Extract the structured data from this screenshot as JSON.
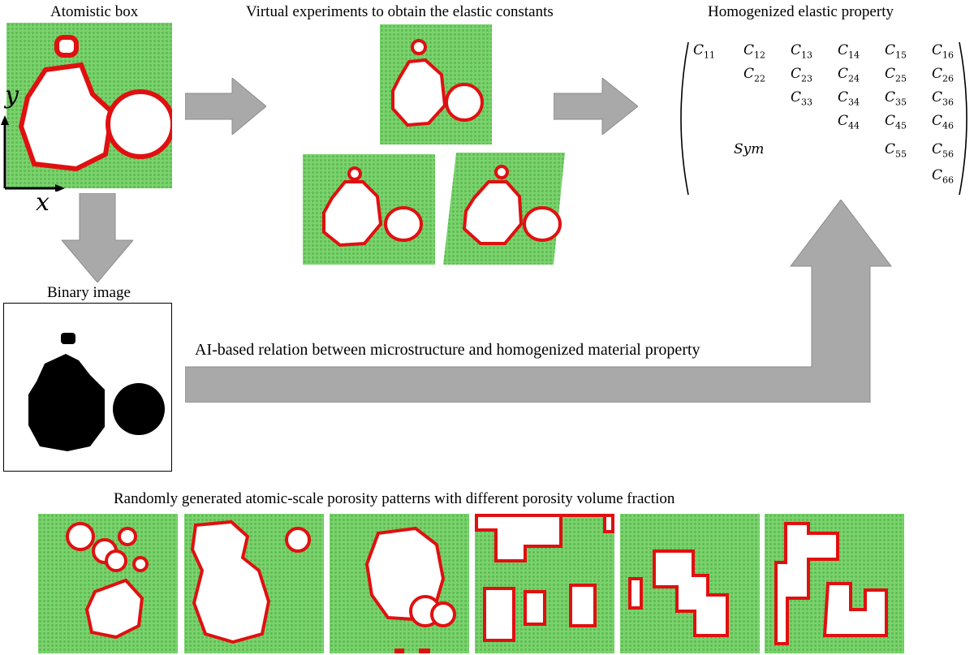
{
  "titles": {
    "atomistic_box": "Atomistic box",
    "virtual_experiments": "Virtual experiments to obtain the elastic constants",
    "homogenized": "Homogenized elastic property",
    "binary_image": "Binary image",
    "ai_relation": "AI-based relation between microstructure and homogenized material property",
    "random_patterns": "Randomly generated atomic-scale porosity patterns with different porosity volume fraction"
  },
  "axes": {
    "x": "x",
    "y": "y"
  },
  "matrix": {
    "entries": [
      {
        "sym": "C",
        "sub": "11"
      },
      {
        "sym": "C",
        "sub": "12"
      },
      {
        "sym": "C",
        "sub": "13"
      },
      {
        "sym": "C",
        "sub": "14"
      },
      {
        "sym": "C",
        "sub": "15"
      },
      {
        "sym": "C",
        "sub": "16"
      },
      {
        "sym": "C",
        "sub": "22"
      },
      {
        "sym": "C",
        "sub": "23"
      },
      {
        "sym": "C",
        "sub": "24"
      },
      {
        "sym": "C",
        "sub": "25"
      },
      {
        "sym": "C",
        "sub": "26"
      },
      {
        "sym": "C",
        "sub": "33"
      },
      {
        "sym": "C",
        "sub": "34"
      },
      {
        "sym": "C",
        "sub": "35"
      },
      {
        "sym": "C",
        "sub": "36"
      },
      {
        "sym": "C",
        "sub": "44"
      },
      {
        "sym": "C",
        "sub": "45"
      },
      {
        "sym": "C",
        "sub": "46"
      },
      {
        "sym": "C",
        "sub": "55"
      },
      {
        "sym": "C",
        "sub": "56"
      },
      {
        "sym": "C",
        "sub": "66"
      }
    ],
    "sym_label": "Sym"
  },
  "colors": {
    "matrix_green": "#7cd36e",
    "atom_dot": "#5fbd55",
    "pore_border": "#e01010",
    "pore_fill": "#ffffff",
    "binary_pore": "#000000",
    "arrow_gray": "#a9a9a9",
    "arrow_edge": "#8c8c8c"
  }
}
